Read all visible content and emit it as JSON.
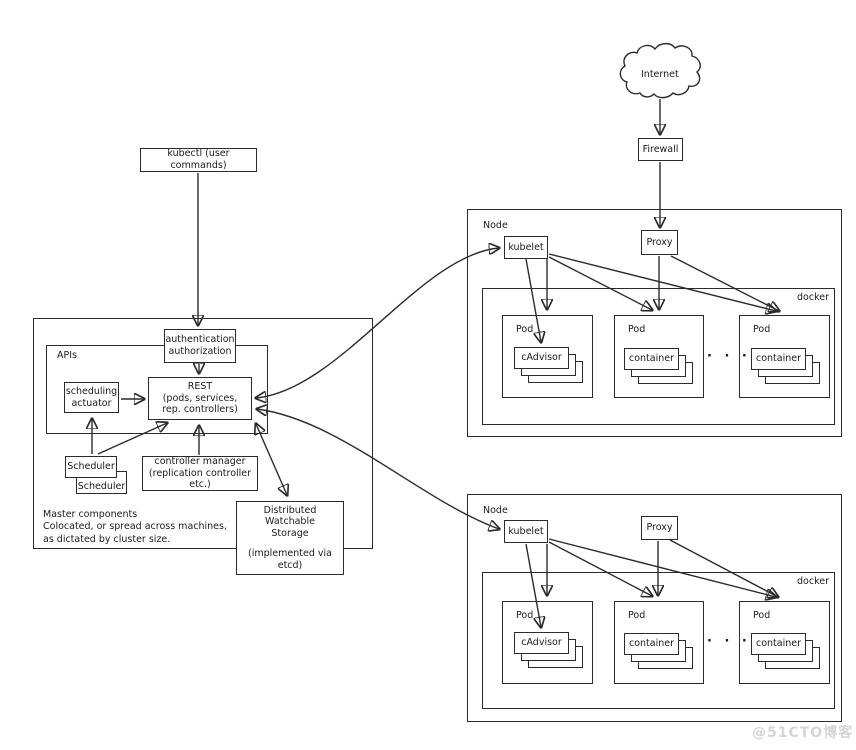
{
  "diagram": {
    "kubectl_label": "kubectl (user commands)",
    "internet_label": "Internet",
    "firewall_label": "Firewall",
    "master": {
      "apis_label": "APIs",
      "auth_line1": "authentication",
      "auth_line2": "authorization",
      "actuator_line1": "scheduling",
      "actuator_line2": "actuator",
      "rest_line1": "REST",
      "rest_line2": "(pods, services,",
      "rest_line3": "rep. controllers)",
      "scheduler_front": "Scheduler",
      "scheduler_back": "Scheduler",
      "controller_manager_line1": "controller manager",
      "controller_manager_line2": "(replication controller etc.)",
      "note_line1": "Master components",
      "note_line2": "Colocated, or spread across machines,",
      "note_line3": "as dictated by cluster size.",
      "storage_line1": "Distributed",
      "storage_line2": "Watchable",
      "storage_line3": "Storage",
      "storage_line4": "(implemented via etcd)"
    },
    "node_top": {
      "label": "Node",
      "kubelet_label": "kubelet",
      "proxy_label": "Proxy",
      "docker_label": "docker",
      "dots": "· · ·",
      "pods": [
        {
          "label": "Pod",
          "inner": "cAdvisor"
        },
        {
          "label": "Pod",
          "inner": "container"
        },
        {
          "label": "Pod",
          "inner": "container"
        }
      ]
    },
    "node_bottom": {
      "label": "Node",
      "kubelet_label": "kubelet",
      "proxy_label": "Proxy",
      "docker_label": "docker",
      "dots": "· · ·",
      "pods": [
        {
          "label": "Pod",
          "inner": "cAdvisor"
        },
        {
          "label": "Pod",
          "inner": "container"
        },
        {
          "label": "Pod",
          "inner": "container"
        }
      ]
    },
    "watermark": "@51CTO博客"
  }
}
